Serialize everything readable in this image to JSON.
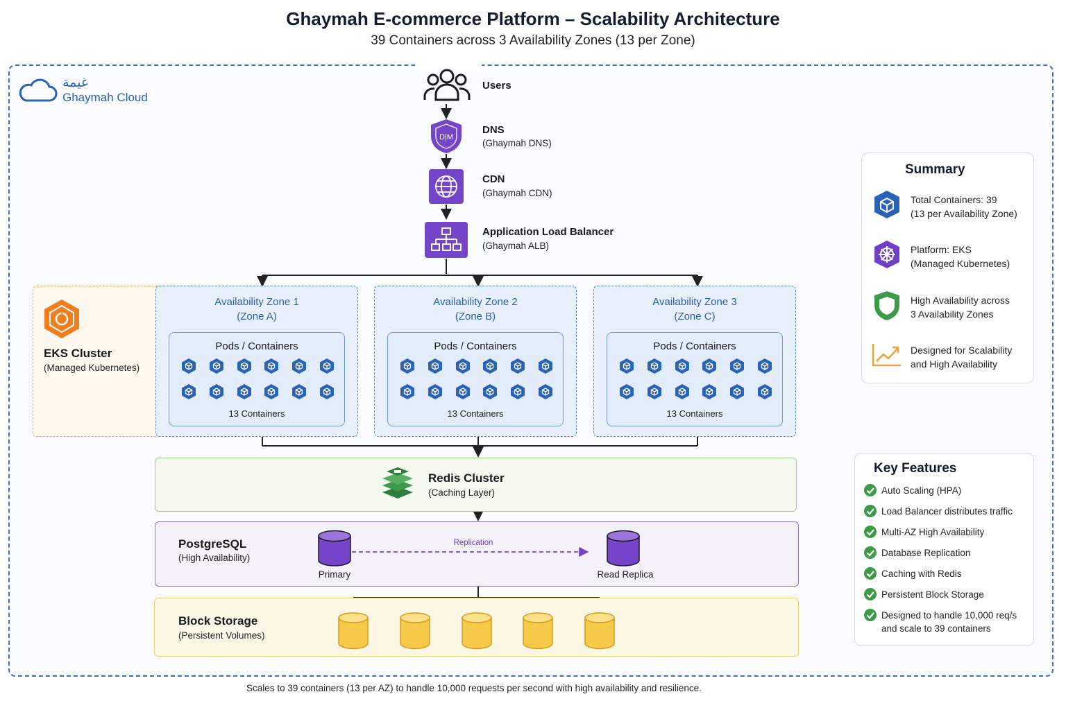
{
  "title": "Ghaymah E-commerce Platform – Scalability Architecture",
  "subtitle": "39 Containers across 3 Availability Zones (13 per Zone)",
  "brand": {
    "name_ar": "غيمة",
    "name": "Ghaymah Cloud",
    "icon": "cloud-icon"
  },
  "nodes": {
    "users": {
      "title": "Users",
      "icon": "users-icon"
    },
    "dns": {
      "title": "DNS",
      "sub": "(Ghaymah DNS)",
      "icon": "dns-shield-icon",
      "glyph": "D|M"
    },
    "cdn": {
      "title": "CDN",
      "sub": "(Ghaymah CDN)",
      "icon": "globe-icon"
    },
    "alb": {
      "title": "Application Load Balancer",
      "sub": "(Ghaymah ALB)",
      "icon": "load-balancer-icon"
    }
  },
  "eks": {
    "title": "EKS Cluster",
    "sub": "(Managed Kubernetes)",
    "icon": "eks-icon"
  },
  "zones": [
    {
      "title": "Availability Zone 1",
      "sub": "(Zone A)",
      "pods_title": "Pods / Containers",
      "count_label": "13 Containers"
    },
    {
      "title": "Availability Zone 2",
      "sub": "(Zone B)",
      "pods_title": "Pods / Containers",
      "count_label": "13 Containers"
    },
    {
      "title": "Availability Zone 3",
      "sub": "(Zone C)",
      "pods_title": "Pods / Containers",
      "count_label": "13 Containers"
    }
  ],
  "redis": {
    "title": "Redis Cluster",
    "sub": "(Caching Layer)",
    "icon": "redis-layers-icon"
  },
  "postgres": {
    "title": "PostgreSQL",
    "sub": "(High Availability)",
    "primary": "Primary",
    "replica": "Read Replica",
    "replication": "Replication",
    "icon": "database-icon"
  },
  "block_storage": {
    "title": "Block Storage",
    "sub": "(Persistent Volumes)",
    "icon": "volume-icon"
  },
  "summary": {
    "title": "Summary",
    "items": [
      {
        "line1": "Total Containers: 39",
        "line2": "(13 per Availability Zone)",
        "icon": "container-hex-icon"
      },
      {
        "line1": "Platform: EKS",
        "line2": "(Managed Kubernetes)",
        "icon": "kubernetes-icon"
      },
      {
        "line1": "High Availability across",
        "line2": "3 Availability Zones",
        "icon": "shield-icon"
      },
      {
        "line1": "Designed for Scalability",
        "line2": "and High Availability",
        "icon": "trend-up-icon"
      }
    ]
  },
  "key_features": {
    "title": "Key Features",
    "items": [
      "Auto Scaling (HPA)",
      "Load Balancer distributes traffic",
      "Multi-AZ High Availability",
      "Database Replication",
      "Caching with Redis",
      "Persistent Block Storage",
      "Designed to handle 10,000 req/s",
      "and scale to 39 containers"
    ]
  },
  "footer": "Scales to 39 containers (13 per AZ) to handle 10,000 requests per second with high availability and resilience.",
  "colors": {
    "purple": "#7445c9",
    "blue": "#2a62b8",
    "orange": "#f07d1e",
    "green": "#3d9a48",
    "gold": "#f7c948"
  }
}
